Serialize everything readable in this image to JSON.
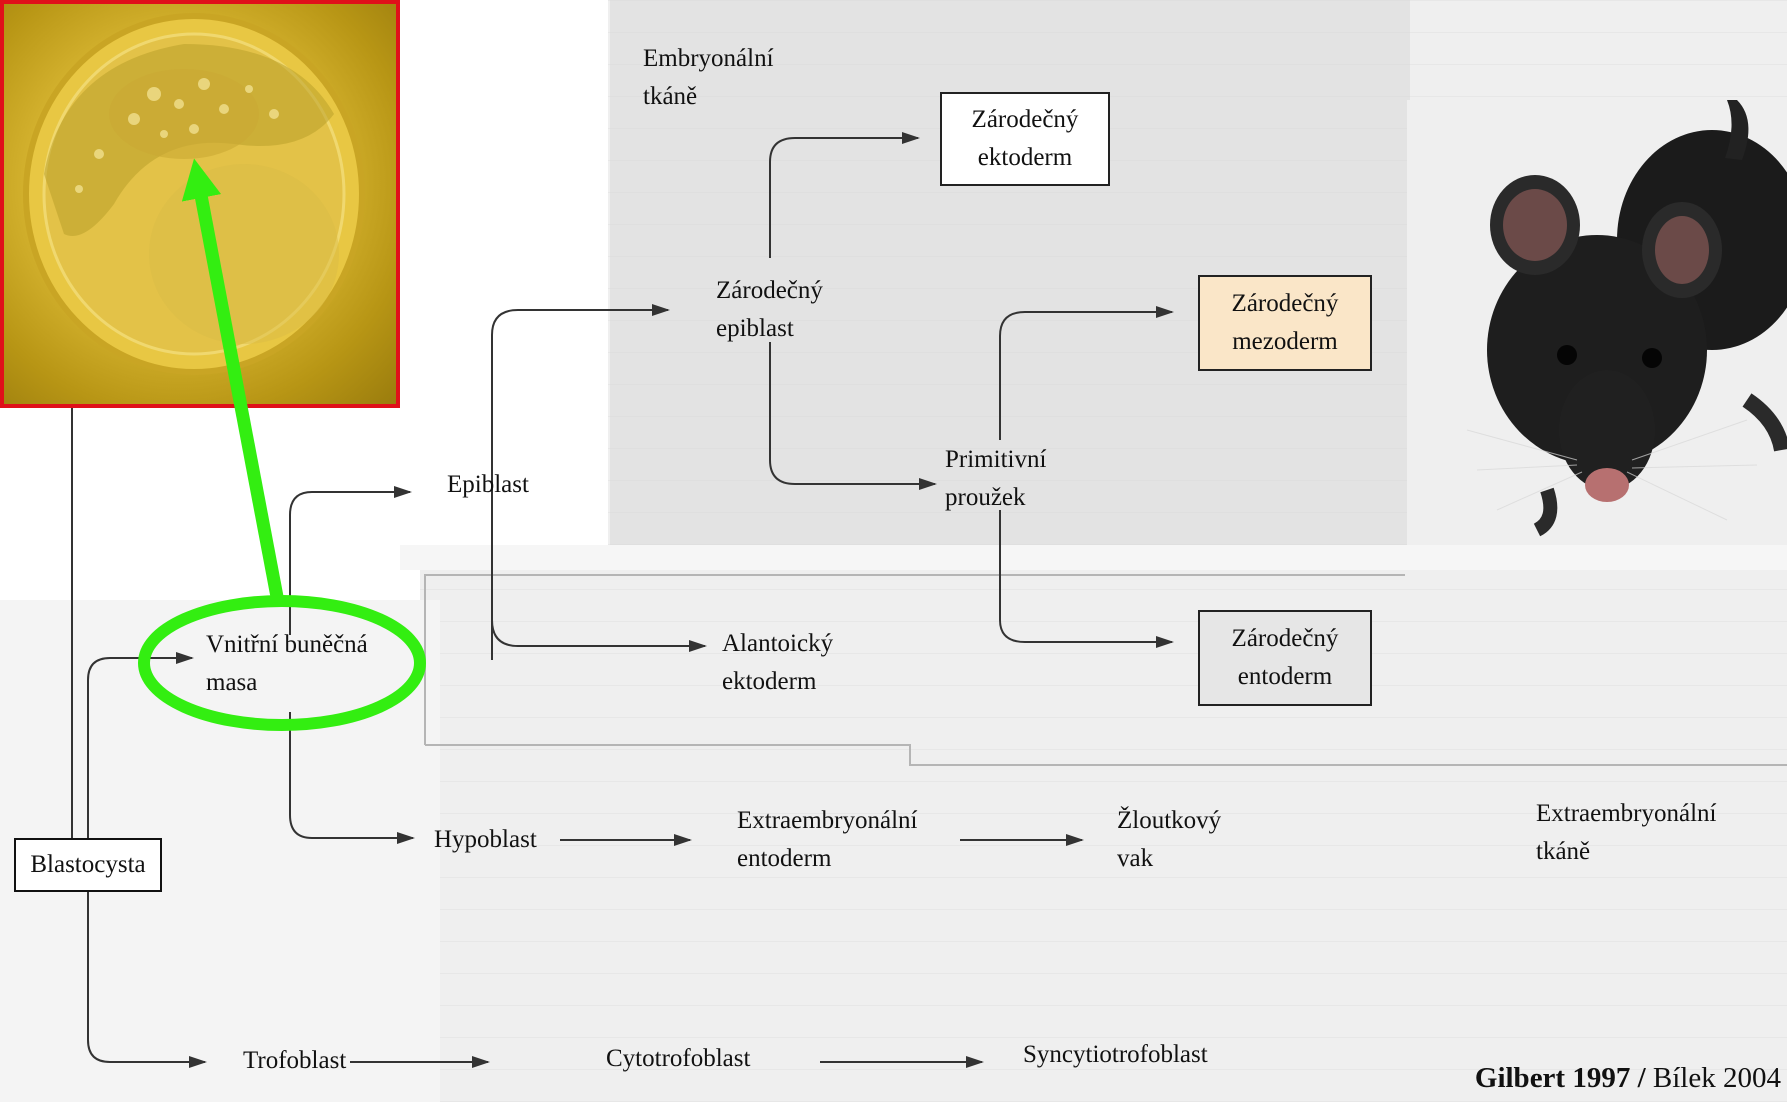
{
  "nodes": {
    "embryonic_tissues": [
      "Embryonální",
      "tkáně"
    ],
    "epiblast": "Epiblast",
    "inner_cell_mass": [
      "Vnitřní buněčná",
      "masa"
    ],
    "germ_epiblast": [
      "Zárodečný",
      "epiblast"
    ],
    "primitive_streak": [
      "Primitivní",
      "proužek"
    ],
    "allantoic_ectoderm": [
      "Alantoický",
      "ektoderm"
    ],
    "hypoblast": "Hypoblast",
    "extraembryonic_endoderm": [
      "Extraembryonální",
      "entoderm"
    ],
    "yolk_sac": [
      "Žloutkový",
      "vak"
    ],
    "extraembryonic_tissues": [
      "Extraembryonální",
      "tkáně"
    ],
    "trophoblast": "Trofoblast",
    "cytotrophoblast": "Cytotrofoblast",
    "syncytiotrophoblast": "Syncytiotrofoblast",
    "blastocyst": "Blastocysta"
  },
  "boxes": {
    "germ_ectoderm": [
      "Zárodečný",
      "ektoderm"
    ],
    "germ_mesoderm": [
      "Zárodečný",
      "mezoderm"
    ],
    "germ_endoderm": [
      "Zárodečný",
      "entoderm"
    ]
  },
  "credit": {
    "bold": "Gilbert 1997 /",
    "normal": " Bílek 2004"
  },
  "colors": {
    "photo_border": "#e0101a",
    "highlight": "#33ee11",
    "mesoderm_fill": "#fae6c8",
    "endoderm_fill": "#e6e6e6"
  },
  "images": {
    "top_left": "blastocyst-microscopy-photo",
    "right": "black-mouse-photo"
  }
}
